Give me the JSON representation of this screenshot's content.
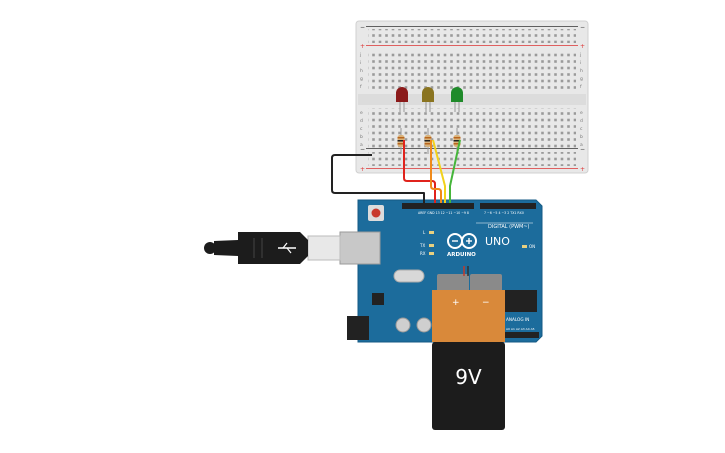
{
  "circuit": {
    "battery": {
      "label": "9V",
      "plus": "+",
      "minus": "−"
    },
    "arduino": {
      "logo_text": "ARDUINO",
      "model": "UNO",
      "digital_label": "DIGITAL (PWM~)",
      "analog_label": "ANALOG IN",
      "on_label": "ON",
      "pin_l": "L",
      "pin_tx": "TX",
      "pin_rx": "RX"
    },
    "leds": [
      {
        "color_name": "red",
        "hex": "#8b1a1a"
      },
      {
        "color_name": "yellow",
        "hex": "#8a7420"
      },
      {
        "color_name": "green",
        "hex": "#1f8a2a"
      }
    ],
    "wire_colors": {
      "red": "#e0231c",
      "orange": "#f08a1a",
      "yellow": "#f2d21b",
      "green": "#45b53a",
      "black": "#222222"
    },
    "board_color": "#1c6c9c",
    "breadboard": {
      "rail_plus": "+",
      "rail_minus": "−",
      "row_letters_top": [
        "j",
        "i",
        "h",
        "g",
        "f"
      ],
      "row_letters_bottom": [
        "e",
        "d",
        "c",
        "b",
        "a"
      ]
    }
  }
}
